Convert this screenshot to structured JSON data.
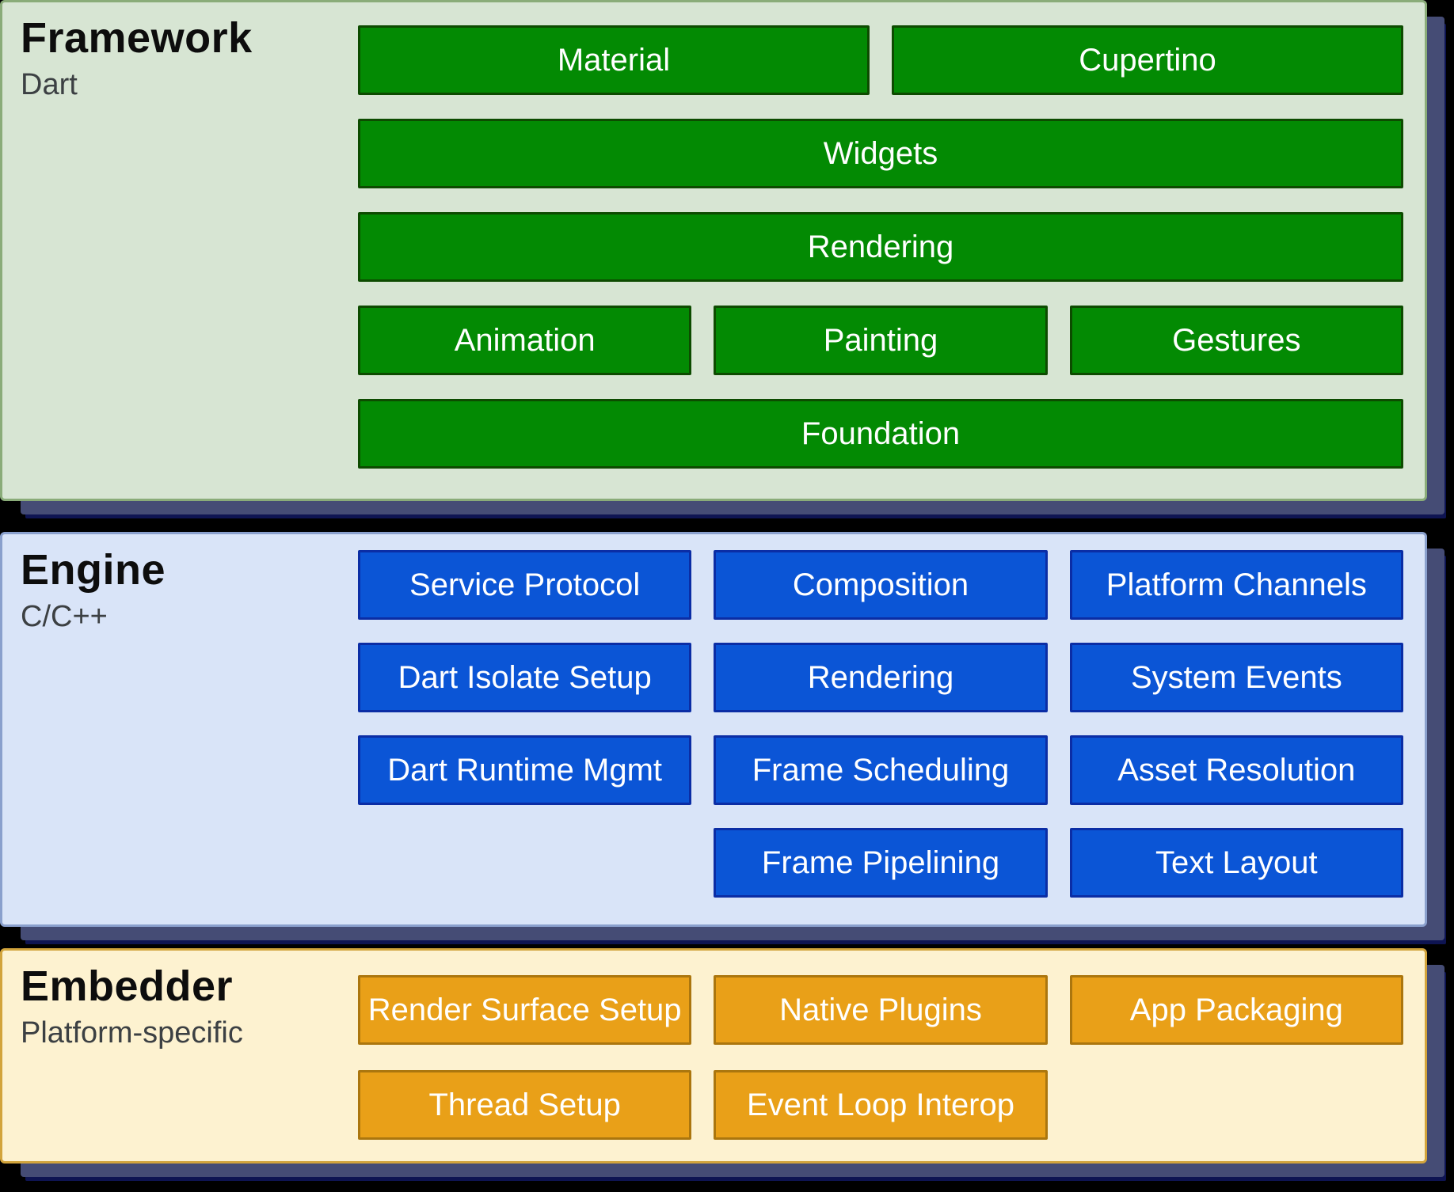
{
  "page": {
    "background": "#000000",
    "shadow_primary": "#454c75",
    "shadow_secondary": "#0e1452"
  },
  "sections": [
    {
      "id": "framework",
      "title": "Framework",
      "subtitle": "Dart",
      "colors": {
        "card_bg": "#d7e5d3",
        "card_border": "#8aac79",
        "box_bg": "#038a03",
        "box_border": "#0d4b00",
        "box_text": "#ffffff",
        "title_text": "#0d0d0d",
        "subtitle_text": "#3c4043"
      },
      "rows": [
        {
          "cells": [
            {
              "label": "Material",
              "w": "half",
              "col": 1
            },
            {
              "label": "Cupertino",
              "w": "half",
              "col": 2
            }
          ]
        },
        {
          "cells": [
            {
              "label": "Widgets",
              "w": "full",
              "col": 1
            }
          ]
        },
        {
          "cells": [
            {
              "label": "Rendering",
              "w": "full",
              "col": 1
            }
          ]
        },
        {
          "cells": [
            {
              "label": "Animation",
              "w": "third",
              "col": 1
            },
            {
              "label": "Painting",
              "w": "third",
              "col": 2
            },
            {
              "label": "Gestures",
              "w": "third",
              "col": 3
            }
          ]
        },
        {
          "cells": [
            {
              "label": "Foundation",
              "w": "full",
              "col": 1
            }
          ]
        }
      ]
    },
    {
      "id": "engine",
      "title": "Engine",
      "subtitle": "C/C++",
      "colors": {
        "card_bg": "#d9e4f8",
        "card_border": "#8aa0cd",
        "box_bg": "#0b55d6",
        "box_border": "#0b2da5",
        "box_text": "#ffffff",
        "title_text": "#0d0d0d",
        "subtitle_text": "#3c4043"
      },
      "rows": [
        {
          "cells": [
            {
              "label": "Service Protocol",
              "w": "third",
              "col": 1
            },
            {
              "label": "Composition",
              "w": "third",
              "col": 2
            },
            {
              "label": "Platform Channels",
              "w": "third",
              "col": 3
            }
          ]
        },
        {
          "cells": [
            {
              "label": "Dart Isolate Setup",
              "w": "third",
              "col": 1
            },
            {
              "label": "Rendering",
              "w": "third",
              "col": 2
            },
            {
              "label": "System Events",
              "w": "third",
              "col": 3
            }
          ]
        },
        {
          "cells": [
            {
              "label": "Dart Runtime Mgmt",
              "w": "third",
              "col": 1
            },
            {
              "label": "Frame Scheduling",
              "w": "third",
              "col": 2
            },
            {
              "label": "Asset Resolution",
              "w": "third",
              "col": 3
            }
          ]
        },
        {
          "cells": [
            {
              "label": "Frame Pipelining",
              "w": "third",
              "col": 2
            },
            {
              "label": "Text Layout",
              "w": "third",
              "col": 3
            }
          ]
        }
      ]
    },
    {
      "id": "embedder",
      "title": "Embedder",
      "subtitle": "Platform-specific",
      "colors": {
        "card_bg": "#fdf2d0",
        "card_border": "#d2a43c",
        "box_bg": "#e9a018",
        "box_border": "#ab760e",
        "box_text": "#ffffff",
        "title_text": "#0d0d0d",
        "subtitle_text": "#3c4043"
      },
      "rows": [
        {
          "cells": [
            {
              "label": "Render Surface Setup",
              "w": "third",
              "col": 1
            },
            {
              "label": "Native Plugins",
              "w": "third",
              "col": 2
            },
            {
              "label": "App Packaging",
              "w": "third",
              "col": 3
            }
          ]
        },
        {
          "cells": [
            {
              "label": "Thread Setup",
              "w": "third",
              "col": 1
            },
            {
              "label": "Event Loop Interop",
              "w": "third",
              "col": 2
            }
          ]
        }
      ]
    }
  ]
}
